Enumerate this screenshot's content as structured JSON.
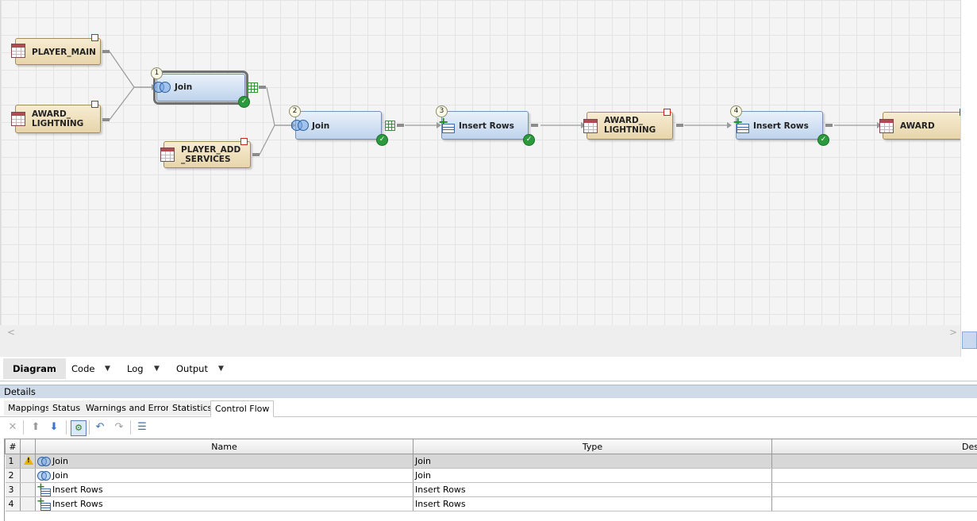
{
  "diagram": {
    "nodes": {
      "player_main": {
        "label": "PLAYER_MAIN"
      },
      "award_lightning_src": {
        "label": "AWARD_\nLIGHTNING"
      },
      "join1": {
        "label": "Join",
        "step": "1"
      },
      "player_add_services": {
        "label": "PLAYER_ADD\n_SERVICES"
      },
      "join2": {
        "label": "Join",
        "step": "2"
      },
      "insert1": {
        "label": "Insert Rows",
        "step": "3"
      },
      "award_lightning_tgt": {
        "label": "AWARD_\nLIGHTNING"
      },
      "insert2": {
        "label": "Insert Rows",
        "step": "4"
      },
      "award": {
        "label": "AWARD"
      }
    },
    "colors": {
      "table_node": "#e7d5aa",
      "transform_node": "#bfd3ec",
      "success": "#2b9a3c"
    }
  },
  "view_tabs": [
    {
      "label": "Diagram",
      "active": true
    },
    {
      "label": "Code"
    },
    {
      "label": "Log"
    },
    {
      "label": "Output"
    }
  ],
  "details": {
    "title": "Details",
    "tabs": [
      "Mappings",
      "Status",
      "Warnings and Errors",
      "Statistics",
      "Control Flow"
    ],
    "active_tab": "Control Flow",
    "toolbar_icons": [
      "disconnect-icon",
      "move-up-icon",
      "move-down-icon",
      "auto-order-icon",
      "undo-icon",
      "redo-icon",
      "properties-icon"
    ],
    "grid": {
      "columns": [
        "#",
        "",
        "Name",
        "Type",
        "Desc"
      ],
      "rows": [
        {
          "num": "1",
          "warning": true,
          "icon": "join-icon",
          "name": "Join",
          "type": "Join"
        },
        {
          "num": "2",
          "warning": false,
          "icon": "join-icon",
          "name": "Join",
          "type": "Join"
        },
        {
          "num": "3",
          "warning": false,
          "icon": "insert-rows-icon",
          "name": "Insert Rows",
          "type": "Insert Rows"
        },
        {
          "num": "4",
          "warning": false,
          "icon": "insert-rows-icon",
          "name": "Insert Rows",
          "type": "Insert Rows"
        }
      ]
    }
  }
}
